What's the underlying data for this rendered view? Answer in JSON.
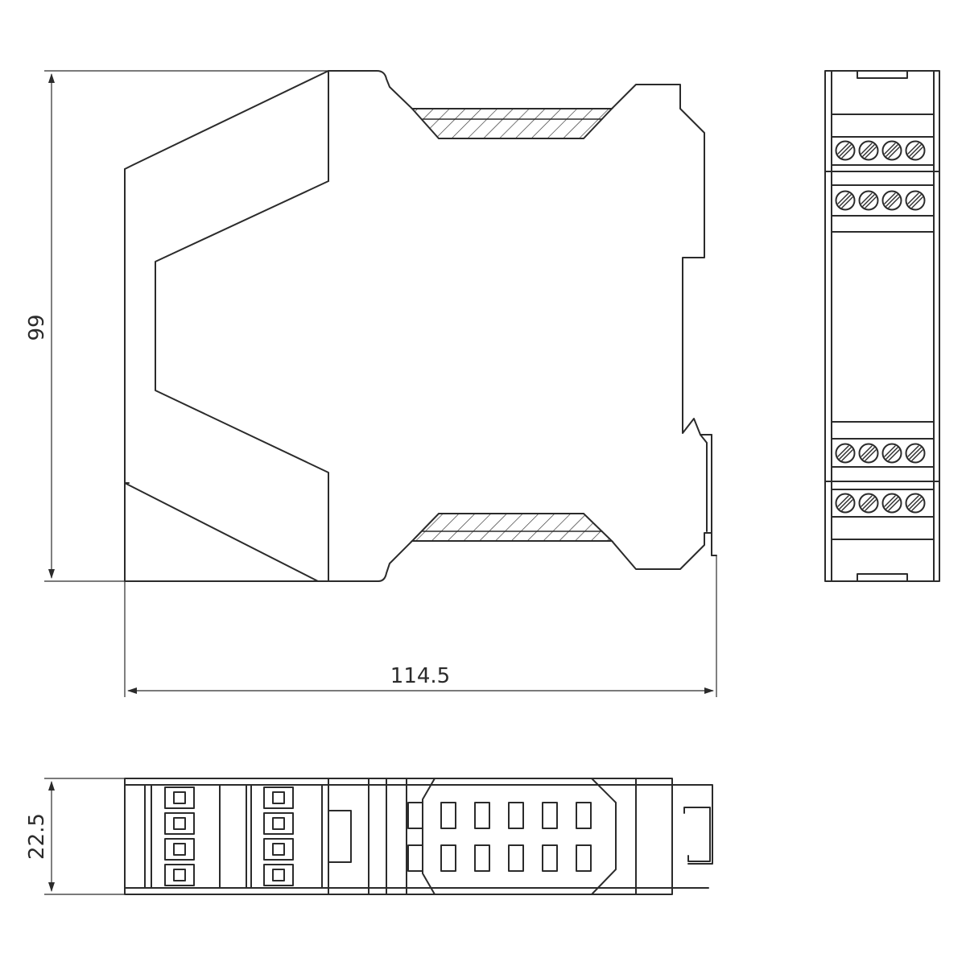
{
  "dimensions": {
    "height_label": "99",
    "width_label": "114.5",
    "depth_label": "22.5"
  },
  "colors": {
    "line": "#2b2b2b",
    "background": "#ffffff"
  }
}
